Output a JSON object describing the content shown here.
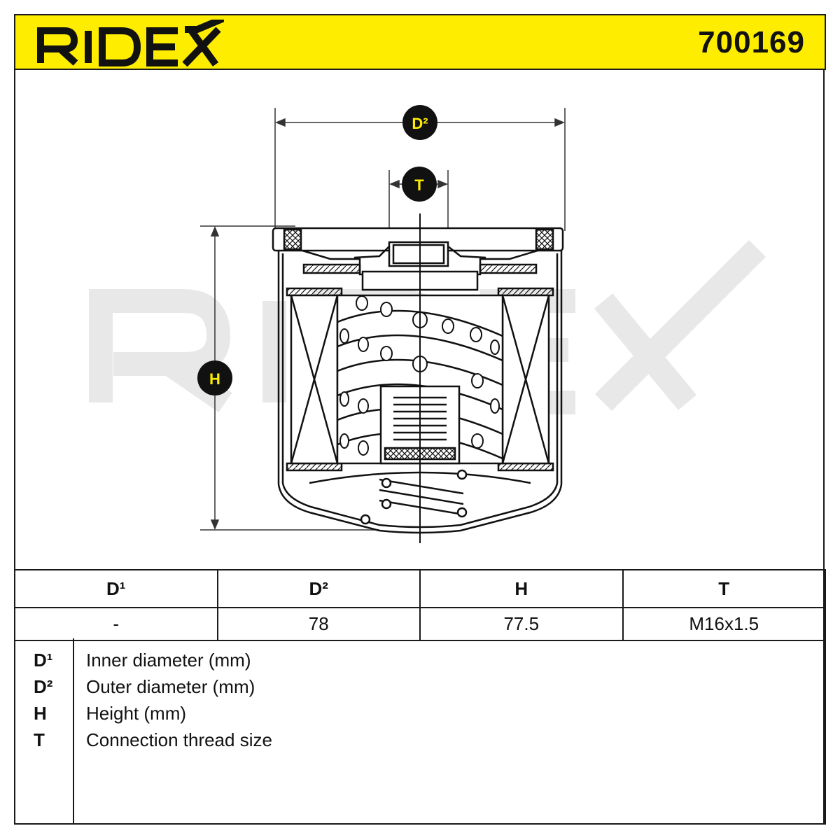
{
  "header": {
    "brand": "RIDEX",
    "part_number": "700169",
    "background_color": "#ffed00"
  },
  "drawing": {
    "labels": {
      "d2": "D²",
      "t": "T",
      "h": "H"
    },
    "watermark": "RIDEX"
  },
  "specs_table": {
    "headers": [
      "D¹",
      "D²",
      "H",
      "T"
    ],
    "values": [
      "-",
      "78",
      "77.5",
      "M16x1.5"
    ]
  },
  "legend": [
    {
      "symbol": "D¹",
      "description": "Inner diameter (mm)"
    },
    {
      "symbol": "D²",
      "description": "Outer diameter (mm)"
    },
    {
      "symbol": "H",
      "description": "Height (mm)"
    },
    {
      "symbol": "T",
      "description": "Connection thread size"
    }
  ]
}
